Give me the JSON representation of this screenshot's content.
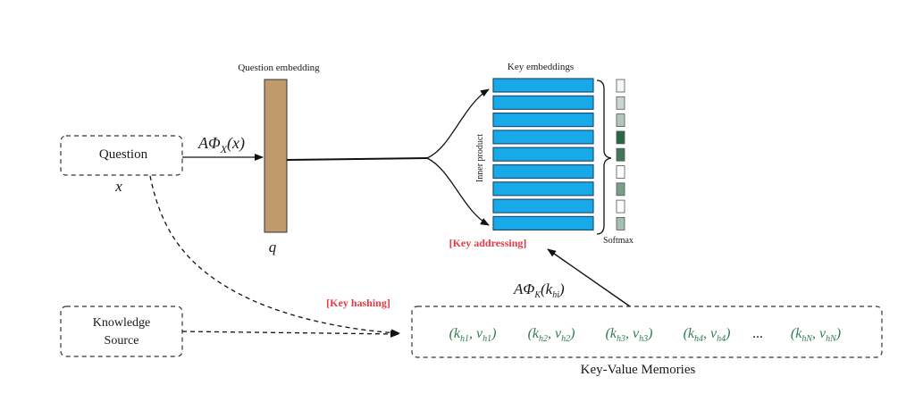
{
  "question": {
    "label": "Question",
    "var": "x"
  },
  "embedding": {
    "title": "Question embedding",
    "var": "q",
    "func": "AΦ",
    "func_sub": "X",
    "func_arg": "(x)"
  },
  "keys": {
    "title": "Key embeddings",
    "axis_label": "Inner product",
    "softmax_label": "Softmax",
    "addressing": "[Key addressing]"
  },
  "memory": {
    "hashing": "[Key hashing]",
    "func": "AΦ",
    "func_sub": "K",
    "func_arg_open": "(k",
    "func_arg_sub": "hi",
    "func_arg_close": ")",
    "source_line1": "Knowledge",
    "source_line2": "Source",
    "caption": "Key-Value Memories",
    "ellipsis": "...",
    "pairs": [
      {
        "k": "h1",
        "v": "h1"
      },
      {
        "k": "h2",
        "v": "h2"
      },
      {
        "k": "h3",
        "v": "h3"
      },
      {
        "k": "h4",
        "v": "h4"
      },
      {
        "k": "hN",
        "v": "hN"
      }
    ]
  },
  "colors": {
    "embedding": "#c19a6b",
    "key": "#17a9e8",
    "key_border": "#1e4f7a",
    "memory_text": "#2e7d4f",
    "tag": "#e63946"
  },
  "softmax_levels": [
    0.05,
    0.25,
    0.35,
    0.95,
    0.85,
    0.0,
    0.6,
    0.0,
    0.4
  ]
}
